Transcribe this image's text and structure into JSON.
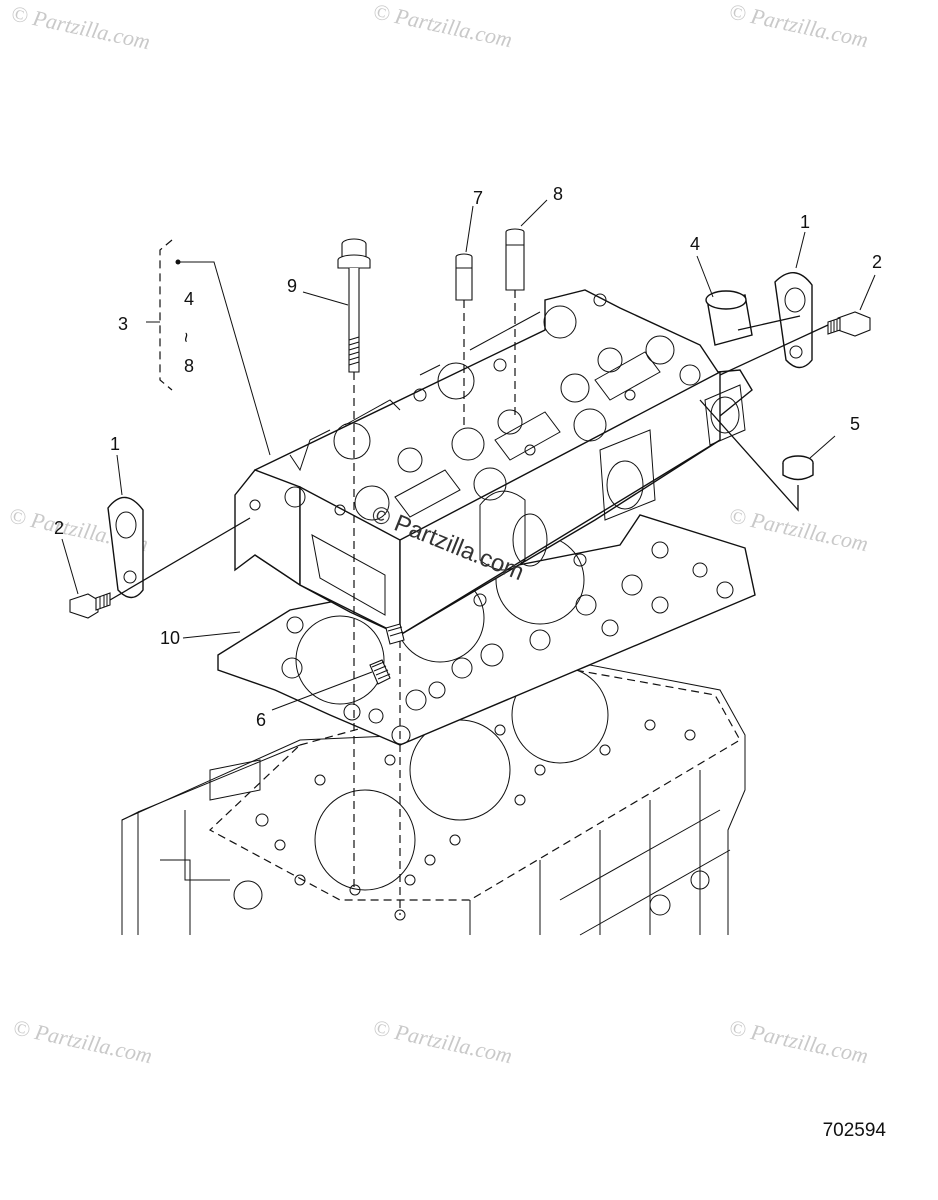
{
  "watermarks": {
    "tl": "© Partzilla.com",
    "tc": "© Partzilla.com",
    "tr": "© Partzilla.com",
    "ml": "© Partzilla.com",
    "mr": "© Partzilla.com",
    "center": "© Partzilla.com",
    "bl": "© Partzilla.com",
    "bc": "© Partzilla.com",
    "br": "© Partzilla.com"
  },
  "callouts": {
    "c1_right": "1",
    "c1_left": "1",
    "c2_right": "2",
    "c2_left": "2",
    "c3": "3",
    "c3_range_top": "4",
    "c3_range_sep": "~",
    "c3_range_bottom": "8",
    "c4": "4",
    "c5": "5",
    "c6": "6",
    "c7": "7",
    "c8": "8",
    "c9": "9",
    "c10": "10"
  },
  "part_number": "702594"
}
